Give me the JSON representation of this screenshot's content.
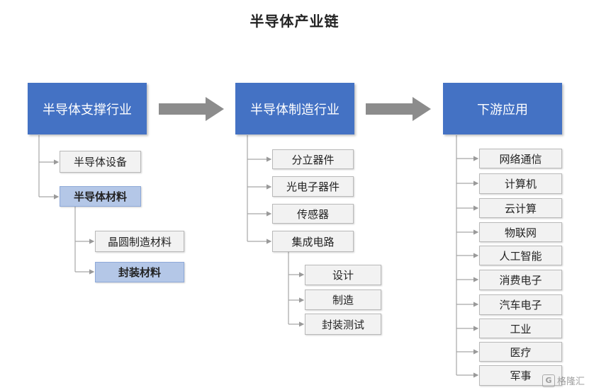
{
  "title": "半导体产业链",
  "columns": [
    {
      "header": "半导体支撑行业",
      "children": [
        {
          "label": "半导体设备",
          "highlight": false
        },
        {
          "label": "半导体材料",
          "highlight": true,
          "children": [
            {
              "label": "晶圆制造材料",
              "highlight": false
            },
            {
              "label": "封装材料",
              "highlight": true
            }
          ]
        }
      ]
    },
    {
      "header": "半导体制造行业",
      "children": [
        {
          "label": "分立器件"
        },
        {
          "label": "光电子器件"
        },
        {
          "label": "传感器"
        },
        {
          "label": "集成电路",
          "children": [
            {
              "label": "设计"
            },
            {
              "label": "制造"
            },
            {
              "label": "封装测试"
            }
          ]
        }
      ]
    },
    {
      "header": "下游应用",
      "children": [
        {
          "label": "网络通信"
        },
        {
          "label": "计算机"
        },
        {
          "label": "云计算"
        },
        {
          "label": "物联网"
        },
        {
          "label": "人工智能"
        },
        {
          "label": "消费电子"
        },
        {
          "label": "汽车电子"
        },
        {
          "label": "工业"
        },
        {
          "label": "医疗"
        },
        {
          "label": "军事"
        }
      ]
    }
  ],
  "watermark": "格隆汇",
  "colors": {
    "header": "#4472c4",
    "highlight": "#b4c7e7",
    "box": "#f2f2f2",
    "arrow": "#8c8c8c"
  }
}
